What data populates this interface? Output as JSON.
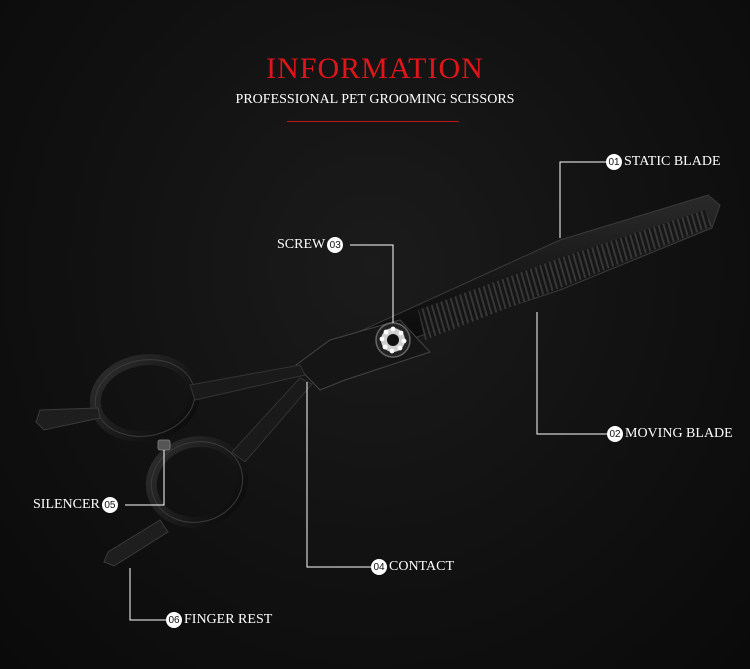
{
  "header": {
    "title": "INFORMATION",
    "subtitle": "PROFESSIONAL PET GROOMING SCISSORS"
  },
  "parts": [
    {
      "number": "01",
      "name": "STATIC BLADE"
    },
    {
      "number": "02",
      "name": "MOVING BLADE"
    },
    {
      "number": "03",
      "name": "SCREW"
    },
    {
      "number": "04",
      "name": "CONTACT"
    },
    {
      "number": "05",
      "name": "SILENCER"
    },
    {
      "number": "06",
      "name": "FINGER REST"
    }
  ],
  "colors": {
    "accent": "#e0151a",
    "text": "#ffffff",
    "background": "#111111"
  }
}
